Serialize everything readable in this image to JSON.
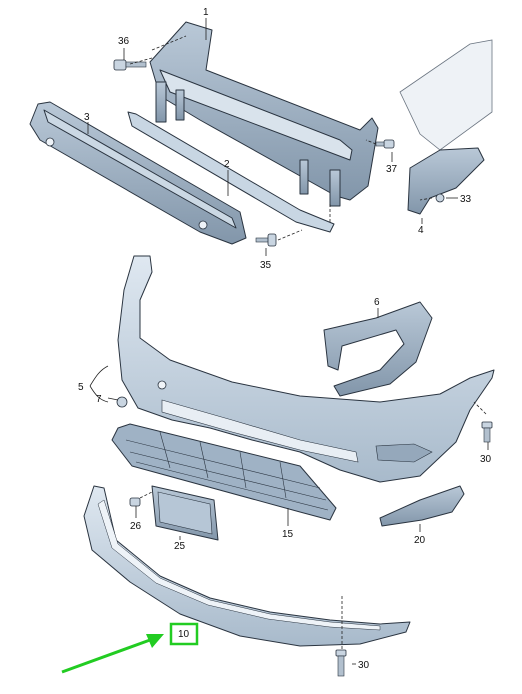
{
  "callouts": {
    "c1": "1",
    "c2": "2",
    "c3": "3",
    "c4": "4",
    "c5": "5",
    "c6": "6",
    "c7": "7",
    "c10": "10",
    "c15": "15",
    "c20": "20",
    "c25": "25",
    "c26": "26",
    "c30a": "30",
    "c30b": "30",
    "c33": "33",
    "c35": "35",
    "c36": "36",
    "c37": "37"
  },
  "highlight": {
    "target": "10",
    "box_color": "#22cc22",
    "arrow_color": "#22cc22"
  },
  "colors": {
    "part_fill": "#c5d4e2",
    "part_light": "#dde7f0",
    "part_dark": "#97aabd",
    "outline": "#2a3440"
  }
}
